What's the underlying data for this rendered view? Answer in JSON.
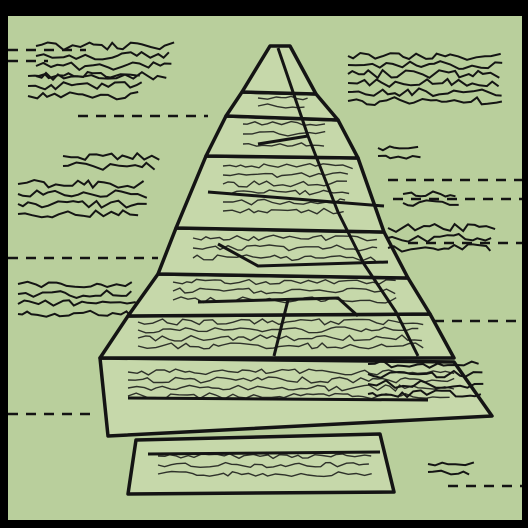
{
  "image": {
    "description_kind": "illustration",
    "colors": {
      "background": "#b9cf9c",
      "frame": "#000000",
      "ink": "#141414",
      "block_fill": "#c6d8aa"
    }
  },
  "pyramid": {
    "tier_count": 9,
    "label_count": 6
  }
}
